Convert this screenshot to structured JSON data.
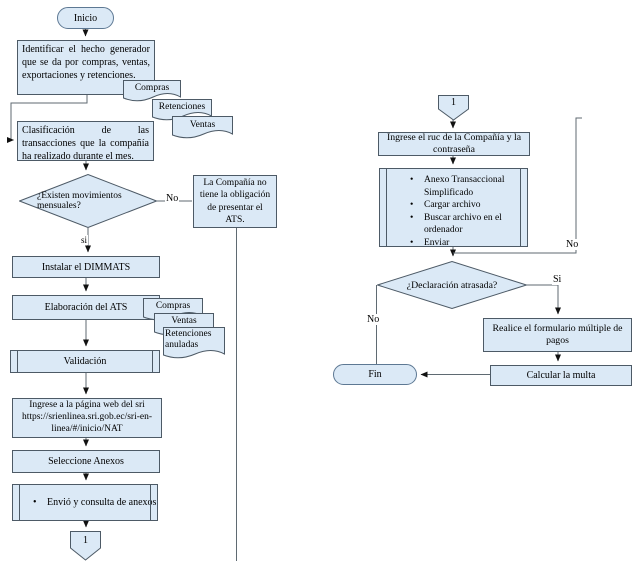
{
  "colors": {
    "shape_fill": "#dbe9f6",
    "shape_border": "#4d5a66",
    "line": "#5f6a72",
    "arrow": "#111111",
    "text": "#000000"
  },
  "left_chart": {
    "start_terminal": "Inicio",
    "identify_box": "Identificar el hecho generador que se da por compras, ventas, exportaciones y retenciones.",
    "doc_stack_top": {
      "compras": "Compras",
      "retenciones": "Retenciones",
      "ventas": "Ventas"
    },
    "classify_box": "Clasificación de las transacciones que la compañía ha realizado durante el mes.",
    "decision_movements": "¿Existen movimientos mensuales?",
    "decision_no_label": "No",
    "decision_si_label": "si",
    "no_obligation_box": "La Compañía no tiene la obligación de presentar el ATS.",
    "install_box": "Instalar el DIMMATS",
    "elaborate_box": "Elaboración del ATS",
    "doc_stack_mid": {
      "compras": "Compras",
      "ventas": "Ventas",
      "retenciones_anuladas": "Retenciones anuladas"
    },
    "validation_box": "Validación",
    "web_box": "Ingrese a la página web del sri https://srienlinea.sri.gob.ec/sri-en-linea/#/inicio/NAT",
    "select_box": "Seleccione Anexos",
    "send_consult_box": "Envió y consulta de anexos",
    "offpage_connector": "1"
  },
  "right_chart": {
    "offpage_connector": "1",
    "ruc_box": "Ingrese el ruc de la Compañía y la contraseña",
    "steps_box": {
      "items": [
        "Anexo Transaccional Simplificado",
        "Cargar archivo",
        "Buscar archivo en el ordenador",
        "Enviar"
      ]
    },
    "decision_late": "¿Declaración atrasada?",
    "decision_si_label": "Si",
    "decision_no_label": "No",
    "loop_no_label": "No",
    "multiple_form_box": "Realice el formulario múltiple de pagos",
    "calc_fine_box": "Calcular la multa",
    "end_terminal": "Fin"
  }
}
